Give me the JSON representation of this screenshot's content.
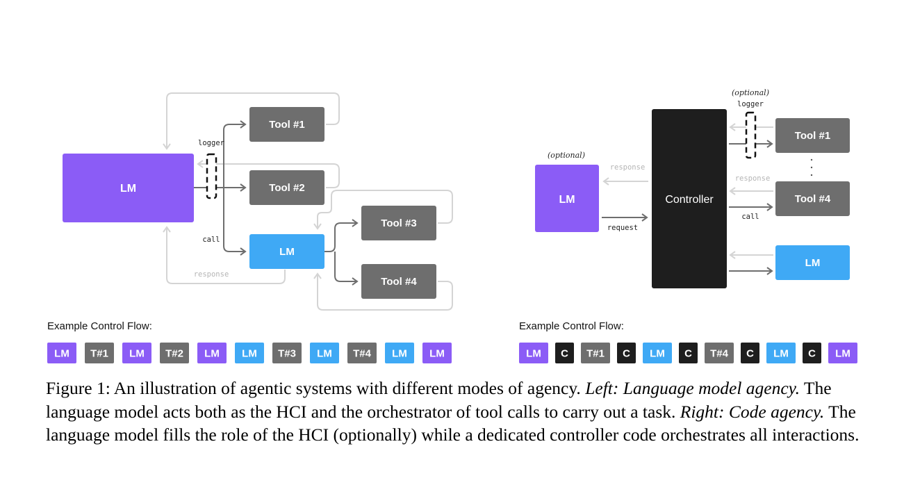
{
  "colors": {
    "purple": "#8B5CF6",
    "blue": "#3FA9F5",
    "gray": "#6E6E6E",
    "black": "#1E1E1E",
    "light_arrow": "#D4D4D4",
    "dark_arrow": "#6E6E6E"
  },
  "left": {
    "lm_main": "LM",
    "tool1": "Tool #1",
    "tool2": "Tool #2",
    "lm_sub": "LM",
    "tool3": "Tool #3",
    "tool4": "Tool #4",
    "logger": "logger",
    "call": "call",
    "response": "response",
    "flow_title": "Example Control Flow:",
    "flow": [
      {
        "label": "LM",
        "kind": "purple"
      },
      {
        "label": "T#1",
        "kind": "gray"
      },
      {
        "label": "LM",
        "kind": "purple"
      },
      {
        "label": "T#2",
        "kind": "gray"
      },
      {
        "label": "LM",
        "kind": "purple"
      },
      {
        "label": "LM",
        "kind": "blue"
      },
      {
        "label": "T#3",
        "kind": "gray"
      },
      {
        "label": "LM",
        "kind": "blue"
      },
      {
        "label": "T#4",
        "kind": "gray"
      },
      {
        "label": "LM",
        "kind": "blue"
      },
      {
        "label": "LM",
        "kind": "purple"
      }
    ]
  },
  "right": {
    "optional_lm": "(optional)",
    "optional_logger": "(optional)",
    "logger": "logger",
    "lm_main": "LM",
    "controller": "Controller",
    "tool1": "Tool #1",
    "tool4": "Tool #4",
    "lm_sub": "LM",
    "response_top": "response",
    "request": "request",
    "response_tool": "response",
    "call": "call",
    "flow_title": "Example Control Flow:",
    "flow": [
      {
        "label": "LM",
        "kind": "purple"
      },
      {
        "label": "C",
        "kind": "black"
      },
      {
        "label": "T#1",
        "kind": "gray"
      },
      {
        "label": "C",
        "kind": "black"
      },
      {
        "label": "LM",
        "kind": "blue"
      },
      {
        "label": "C",
        "kind": "black"
      },
      {
        "label": "T#4",
        "kind": "gray"
      },
      {
        "label": "C",
        "kind": "black"
      },
      {
        "label": "LM",
        "kind": "blue"
      },
      {
        "label": "C",
        "kind": "black"
      },
      {
        "label": "LM",
        "kind": "purple"
      }
    ]
  },
  "caption": {
    "lead": "Figure 1: An illustration of agentic systems with different modes of agency. ",
    "left_title": "Left: Language model agency.",
    "left_text": " The language model acts both as the HCI and the orchestrator of tool calls to carry out a task. ",
    "right_title": "Right: Code agency.",
    "right_text": " The language model fills the role of the HCI (optionally) while a dedicated controller code orchestrates all interactions."
  }
}
